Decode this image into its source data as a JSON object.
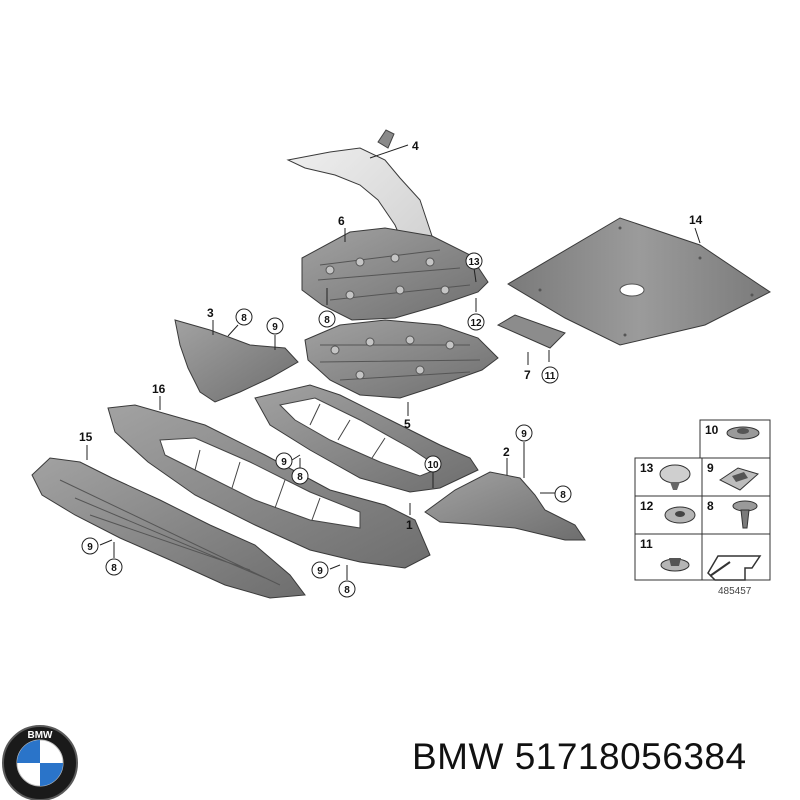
{
  "diagram": {
    "callouts": [
      "1",
      "2",
      "3",
      "4",
      "5",
      "6",
      "7",
      "8",
      "9",
      "10",
      "11",
      "12",
      "13",
      "14",
      "15",
      "16"
    ],
    "legend": [
      "10",
      "13",
      "9",
      "12",
      "8",
      "11"
    ],
    "reference_number": "485457"
  },
  "brand": {
    "logo_text": "BMW",
    "caption": "BMW 51718056384"
  },
  "colors": {
    "part_fill": "#8a8a8a",
    "part_dark": "#6f6f6f",
    "wheel_arch": "#d9d9d9"
  }
}
